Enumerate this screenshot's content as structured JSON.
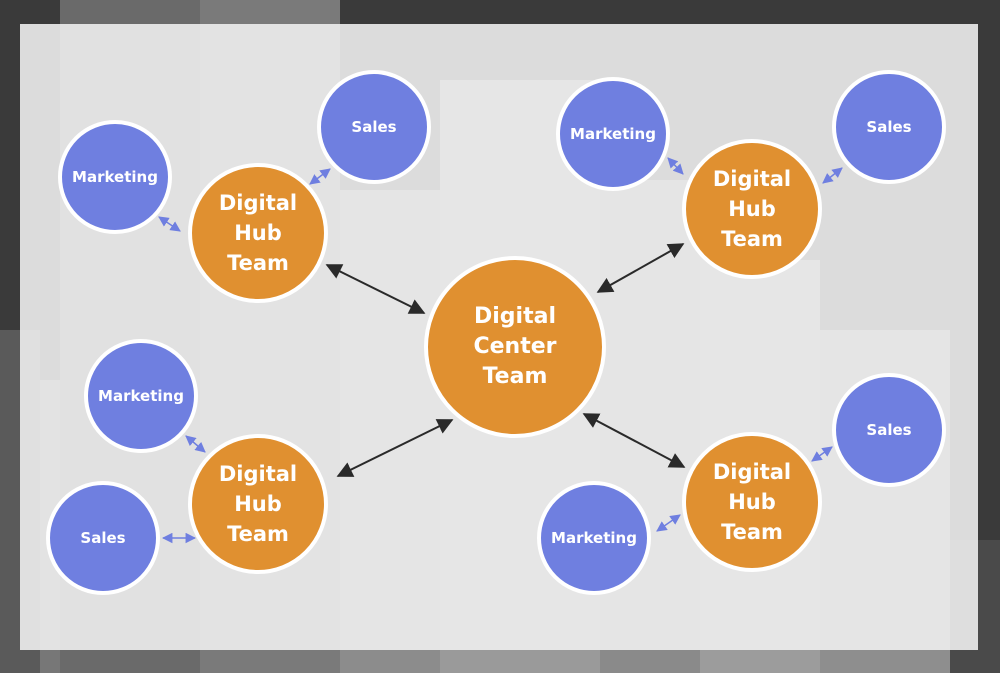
{
  "colors": {
    "center": "#e09030",
    "hub": "#e09030",
    "satellite": "#6f7fe0",
    "border": "#ffffff",
    "main_arrow": "#2a2a2a",
    "small_arrow": "#6f7fe0"
  },
  "center": {
    "lines": [
      "Digital",
      "Center",
      "Team"
    ]
  },
  "hubs": [
    {
      "lines": [
        "Digital",
        "Hub",
        "Team"
      ]
    },
    {
      "lines": [
        "Digital",
        "Hub",
        "Team"
      ]
    },
    {
      "lines": [
        "Digital",
        "Hub",
        "Team"
      ]
    },
    {
      "lines": [
        "Digital",
        "Hub",
        "Team"
      ]
    }
  ],
  "satellites": [
    {
      "label": "Marketing",
      "hub": 0
    },
    {
      "label": "Sales",
      "hub": 0
    },
    {
      "label": "Marketing",
      "hub": 1
    },
    {
      "label": "Sales",
      "hub": 1
    },
    {
      "label": "Marketing",
      "hub": 2
    },
    {
      "label": "Sales",
      "hub": 2
    },
    {
      "label": "Marketing",
      "hub": 3
    },
    {
      "label": "Sales",
      "hub": 3
    }
  ]
}
